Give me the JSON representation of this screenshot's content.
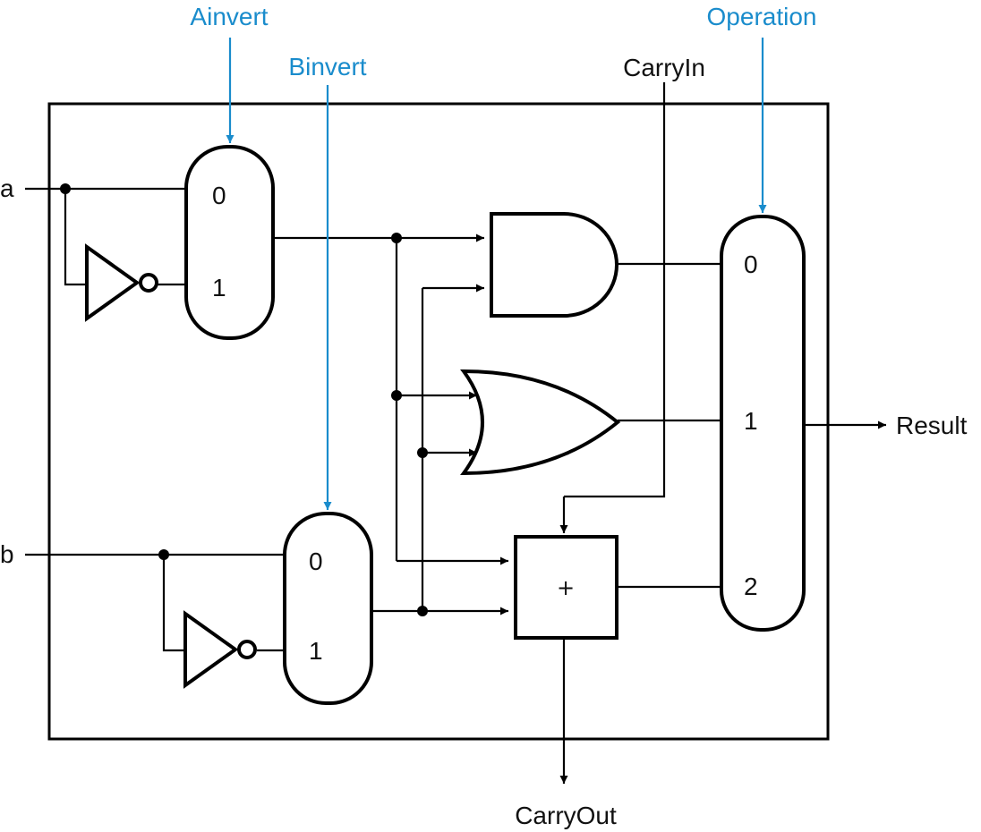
{
  "colors": {
    "control": "#1a8ccc",
    "wire": "#000000",
    "background": "#ffffff"
  },
  "labels": {
    "ainvert": "Ainvert",
    "binvert": "Binvert",
    "operation": "Operation",
    "carry_in": "CarryIn",
    "carry_out": "CarryOut",
    "result": "Result",
    "input_a": "a",
    "input_b": "b",
    "adder_symbol": "+"
  },
  "mux_a": {
    "ports": [
      "0",
      "1"
    ]
  },
  "mux_b": {
    "ports": [
      "0",
      "1"
    ]
  },
  "mux_result": {
    "ports": [
      "0",
      "1",
      "2"
    ]
  },
  "icons": [
    "and-gate-icon",
    "or-gate-icon",
    "not-gate-icon",
    "adder-block",
    "multiplexer"
  ]
}
